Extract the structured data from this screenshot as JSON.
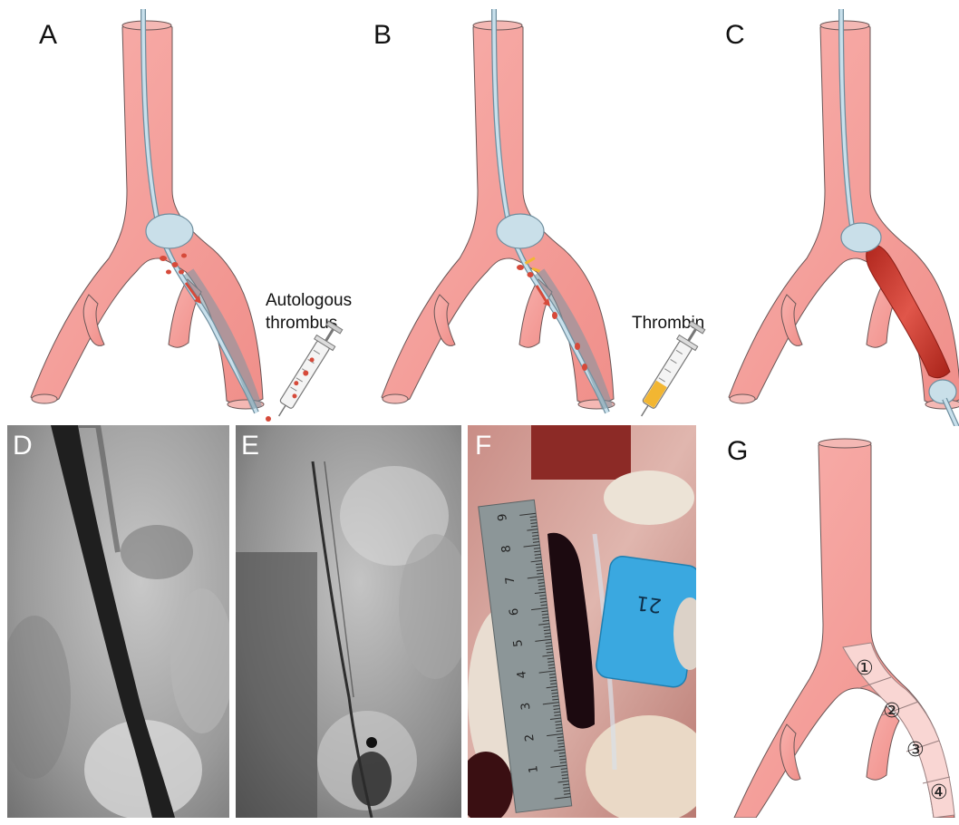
{
  "figure": {
    "panels": {
      "A": {
        "label": "A",
        "caption_line1": "Autologous",
        "caption_line2": "thrombus"
      },
      "B": {
        "label": "B",
        "caption": "Thrombin"
      },
      "C": {
        "label": "C"
      },
      "D": {
        "label": "D"
      },
      "E": {
        "label": "E"
      },
      "F": {
        "label": "F",
        "ruler_marks": [
          "1",
          "2",
          "3",
          "4",
          "5",
          "6",
          "7",
          "8",
          "9"
        ],
        "card_text": "21"
      },
      "G": {
        "label": "G",
        "segments": [
          "①",
          "②",
          "③",
          "④"
        ]
      }
    },
    "colors": {
      "vessel": "#f6a3a0",
      "vessel_light": "#f9c9c6",
      "catheter": "#b9d6e4",
      "balloon": "#c9dfe9",
      "thrombus": "#d64a3a",
      "thrombin": "#f2b632"
    }
  }
}
